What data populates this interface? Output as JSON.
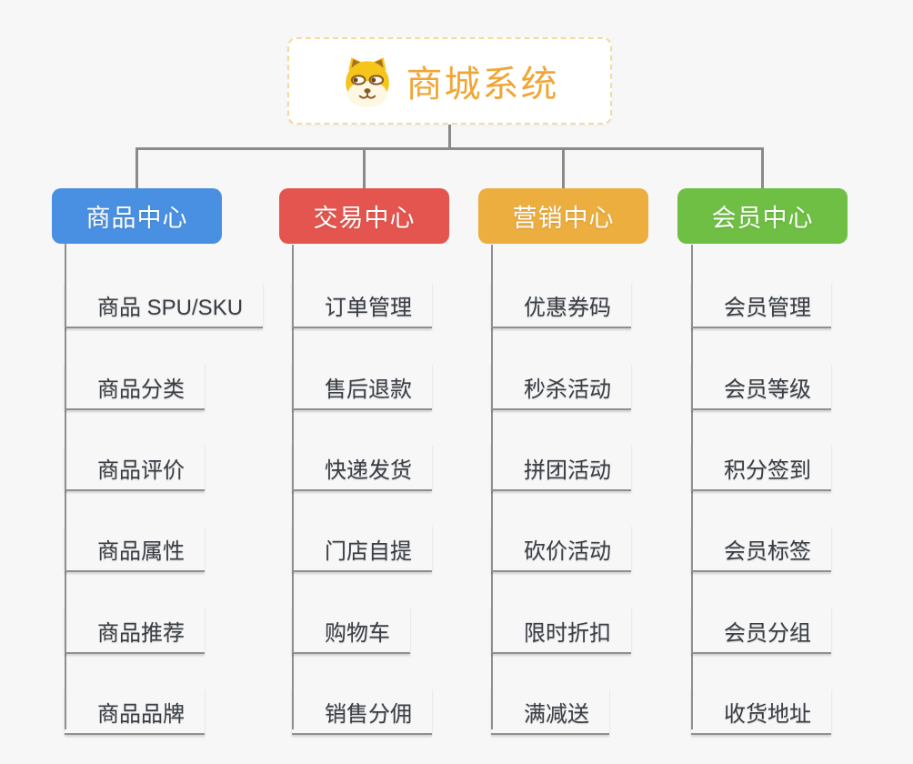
{
  "diagram": {
    "type": "mindmap-org-chart",
    "background_color": "#f7f7f7",
    "connector_color": "#8a8a8a"
  },
  "root": {
    "title": "商城系统",
    "icon": "dog-face-icon",
    "text_color": "#f0a636",
    "border_color": "#f5d9a0"
  },
  "branches": [
    {
      "label": "商品中心",
      "color": "#4a90e2",
      "children": [
        "商品 SPU/SKU",
        "商品分类",
        "商品评价",
        "商品属性",
        "商品推荐",
        "商品品牌"
      ]
    },
    {
      "label": "交易中心",
      "color": "#e5554f",
      "children": [
        "订单管理",
        "售后退款",
        "快递发货",
        "门店自提",
        "购物车",
        "销售分佣"
      ]
    },
    {
      "label": "营销中心",
      "color": "#ecae3f",
      "children": [
        "优惠券码",
        "秒杀活动",
        "拼团活动",
        "砍价活动",
        "限时折扣",
        "满减送"
      ]
    },
    {
      "label": "会员中心",
      "color": "#6fbf44",
      "children": [
        "会员管理",
        "会员等级",
        "积分签到",
        "会员标签",
        "会员分组",
        "收货地址"
      ]
    }
  ],
  "leaf_text_color": "#3a3e45"
}
